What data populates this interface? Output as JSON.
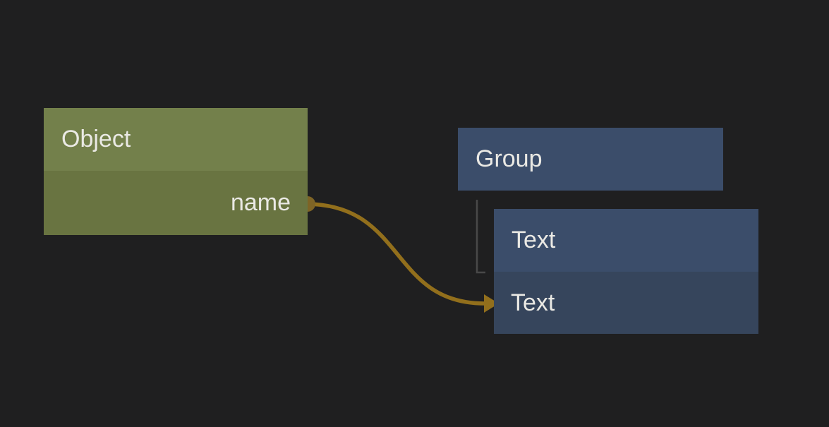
{
  "canvas": {
    "background_color": "#1f1f20"
  },
  "nodes": {
    "object": {
      "title": "Object",
      "colors": {
        "header": "#73804b",
        "body": "#697441"
      },
      "output_port": {
        "label": "name",
        "dot_color": "#7e6426"
      }
    },
    "group": {
      "title": "Group",
      "colors": {
        "header": "#3b4d6a"
      }
    },
    "text": {
      "title": "Text",
      "colors": {
        "header": "#3b4d6a",
        "body": "#36455c"
      },
      "input_row": {
        "label": "Text"
      }
    }
  },
  "connection": {
    "from_port": "name",
    "to_row": "Text",
    "wire_color": "#926f1c"
  },
  "tree_connector": {
    "parent": "Group",
    "child": "Text",
    "color": "#484848"
  }
}
